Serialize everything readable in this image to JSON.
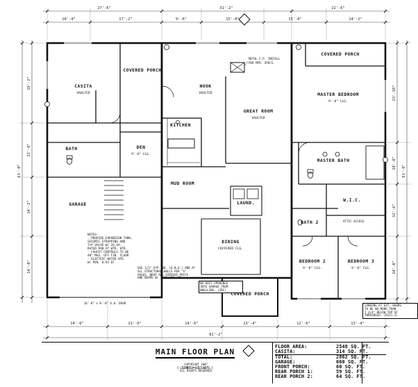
{
  "drawing": {
    "title": "MAIN FLOOR PLAN",
    "scale": "( 1/4\" = 1'-0\" )"
  },
  "copyright": [
    "COPYRIGHT 2007",
    "LICENSED DESIGN CO.",
    "ALL RIGHTS RESERVED"
  ],
  "area_table": {
    "rows": [
      {
        "label": "FLOOR AREA:",
        "value": "2548 SQ. FT."
      },
      {
        "label": "CASITA:",
        "value": "314 SQ. FT."
      },
      {
        "label": "TOTAL:",
        "value": "2862 SQ. FT."
      },
      {
        "label": "GARAGE:",
        "value": "660 SQ. FT."
      },
      {
        "label": "FRONT PORCH:",
        "value": "60 SQ. FT."
      },
      {
        "label": "REAR PORCH 1:",
        "value": "59 SQ. FT."
      },
      {
        "label": "REAR PORCH 2:",
        "value": "64 SQ. FT."
      }
    ]
  },
  "rooms": [
    {
      "label": "CASITA",
      "sub": "VAULTED"
    },
    {
      "label": "COVERED PORCH",
      "sub": ""
    },
    {
      "label": "NOOK",
      "sub": "VAULTED"
    },
    {
      "label": "KITCHEN",
      "sub": ""
    },
    {
      "label": "GREAT ROOM",
      "sub": "VAULTED"
    },
    {
      "label": "COVERED PORCH",
      "sub": ""
    },
    {
      "label": "MASTER BEDROOM",
      "sub": "9'-0\" CLG."
    },
    {
      "label": "DEN",
      "sub": "9'-0\" CLG."
    },
    {
      "label": "BATH",
      "sub": ""
    },
    {
      "label": "MASTER BATH",
      "sub": ""
    },
    {
      "label": "W.I.C.",
      "sub": ""
    },
    {
      "label": "MUD ROOM",
      "sub": ""
    },
    {
      "label": "DINING",
      "sub": "COFFERED CLG."
    },
    {
      "label": "COVERED PORCH",
      "sub": ""
    },
    {
      "label": "BEDROOM 2",
      "sub": "9'-0\" CLG."
    },
    {
      "label": "BEDROOM 3",
      "sub": "9'-0\" CLG."
    },
    {
      "label": "GARAGE",
      "sub": ""
    },
    {
      "label": "BATH 2",
      "sub": ""
    },
    {
      "label": "LAUND.",
      "sub": ""
    }
  ],
  "annotations": {
    "fireplace_1": "METAL F.P. INSTALL",
    "fireplace_2": "PER MFR. SPECS.",
    "attic": "ATTIC ACCESS",
    "garage_door": "16'-8\" x 8'-0\" O.H. DOOR"
  },
  "notes": {
    "lines": [
      "NOTES:",
      "- PROVIDE EXPANSION TANK,",
      "  SEISMIC STRAPPING AND",
      "  T+P VALVE W/ 26 GA.",
      "  RATED PAN AT WTR. HTR.",
      "- FAUCET CONTROLS TO BE",
      "  48\" MAX. OFF FIN. FLOOR",
      "- ELECTRIC WATER HTR.",
      "  W/ MIN. 0.93 EF"
    ]
  },
  "gyp_note": {
    "lines": [
      "USE 1/2\" GYP. BD. (U.N.O.) AND AT",
      "ALL STRUCTURAL WALLS PER \"S\"",
      "PAGES. WRAP ALL EXPOSED POSTS",
      "AND BEAMS W/ 1/2\" GYP. BD."
    ]
  },
  "duct_note": {
    "lines": [
      "NO DUCT OPENINGS",
      "INTO GARAGE FROM",
      "DWELLING. (IRC)"
    ]
  },
  "threshold_note": {
    "lines": [
      "LANDING AT EXT. DOORS",
      "TO BE NO MORE THAN",
      "7 3/4\" BELOW TOP OF",
      "THRESHOLD. (R311.3)"
    ]
  },
  "dimensions": {
    "top_a": [
      "27'-6\"",
      "31'-2\"",
      "22'-6\""
    ],
    "top_b": [
      "10'-4\"",
      "17'-2\"",
      "9'-6\"",
      "15'-0\"",
      "15'-0\"",
      "14'-2\""
    ],
    "bottom": [
      "14'-6\"",
      "13'-0\"",
      "14'-6\"",
      "13'-4\"",
      "12'-6\"",
      "13'-4\""
    ],
    "bottom_total": "81'-2\"",
    "left": [
      "19'-2\"",
      "13'-0\"",
      "14'-2\"",
      "14'-8\""
    ],
    "left_total": "61'-0\"",
    "right": [
      "23'-10\"",
      "10'-0\"",
      "12'-6\"",
      "14'-8\""
    ],
    "right_total": "61'-0\""
  }
}
